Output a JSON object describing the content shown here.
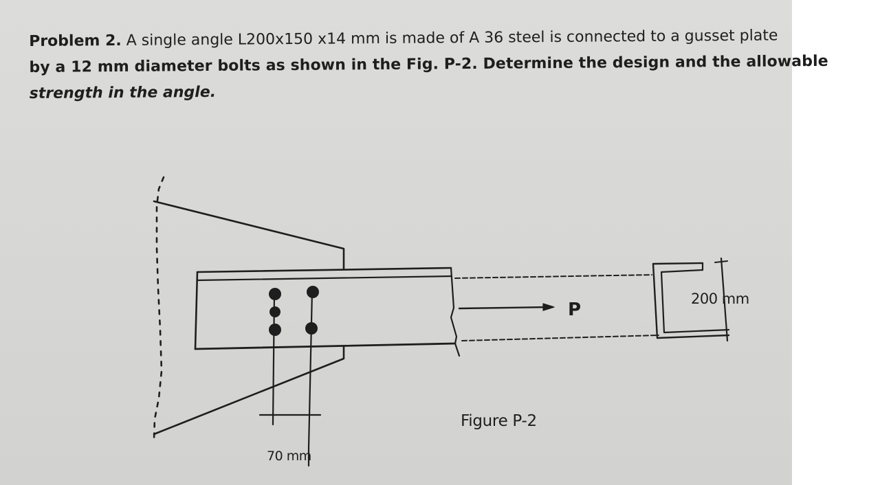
{
  "problem": {
    "label": "Problem 2.",
    "line1_rest": " A single angle L200x150 x14 mm is made of A 36 steel is connected to a gusset plate",
    "line2": "by a 12 mm diameter bolts as shown in the Fig. P-2. Determine the design and the allowable",
    "line3": "strength in the angle."
  },
  "figure": {
    "load_label": "P",
    "bolt_gage_label": "70 mm",
    "leg_label": "200 mm",
    "caption": "Figure P-2"
  }
}
